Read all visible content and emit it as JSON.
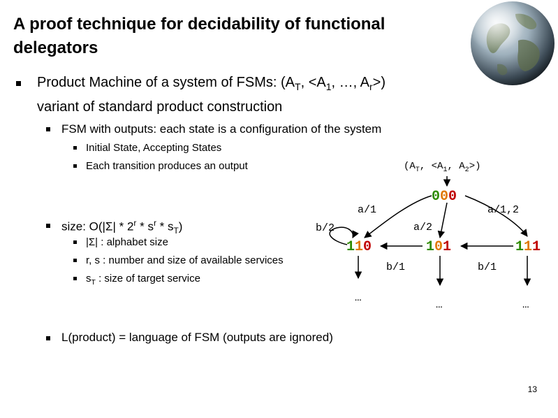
{
  "slide": {
    "title_line1": "A proof technique for decidability of functional",
    "title_line2": "delegators",
    "page_number": "13"
  },
  "bullets": {
    "b1_prefix": "Product Machine of a system of FSMs: (A",
    "b1_sub_t": "T",
    "b1_mid": ", <A",
    "b1_sub_1": "1",
    "b1_dots": ", …, A",
    "b1_sub_r": "r",
    "b1_suffix": ">)",
    "b1_line2": "variant of standard product construction",
    "b2": "FSM with outputs: each state is a configuration of the system",
    "b3a": "Initial State, Accepting States",
    "b3b": "Each transition produces an output",
    "size_prefix": "size: O(|Σ| * 2",
    "size_sup_r1": "r",
    "size_mid1": " * s",
    "size_sup_r2": "r",
    "size_mid2": " * s",
    "size_sub_t": "T",
    "size_suffix": ")",
    "sigma_prefix": "|Σ| : alphabet size",
    "rs": "r, s : number and size of available services",
    "st_prefix": "s",
    "st_sub": "T",
    "st_suffix": " : size of target service",
    "lang": "L(product) = language of FSM (outputs are ignored)"
  },
  "diagram": {
    "system_label_a": "(A",
    "system_label_t": "T",
    "system_label_b": ", <A",
    "system_label_1": "1",
    "system_label_c": ", A",
    "system_label_2": "2",
    "system_label_d": ">)",
    "states": [
      {
        "digits": [
          "0",
          "0",
          "0"
        ]
      },
      {
        "digits": [
          "1",
          "1",
          "0"
        ]
      },
      {
        "digits": [
          "1",
          "0",
          "1"
        ]
      },
      {
        "digits": [
          "1",
          "1",
          "1"
        ]
      }
    ],
    "edge_labels": {
      "a1": "a/1",
      "a12": "a/1,2",
      "b2": "b/2",
      "a2": "a/2",
      "b1_left": "b/1",
      "b1_right": "b/1"
    },
    "ellipses": [
      "…",
      "…",
      "…"
    ],
    "colors": {
      "digit1": "#2e8b00",
      "digit2": "#e07800",
      "digit3": "#c00000",
      "edge": "#000000"
    }
  }
}
